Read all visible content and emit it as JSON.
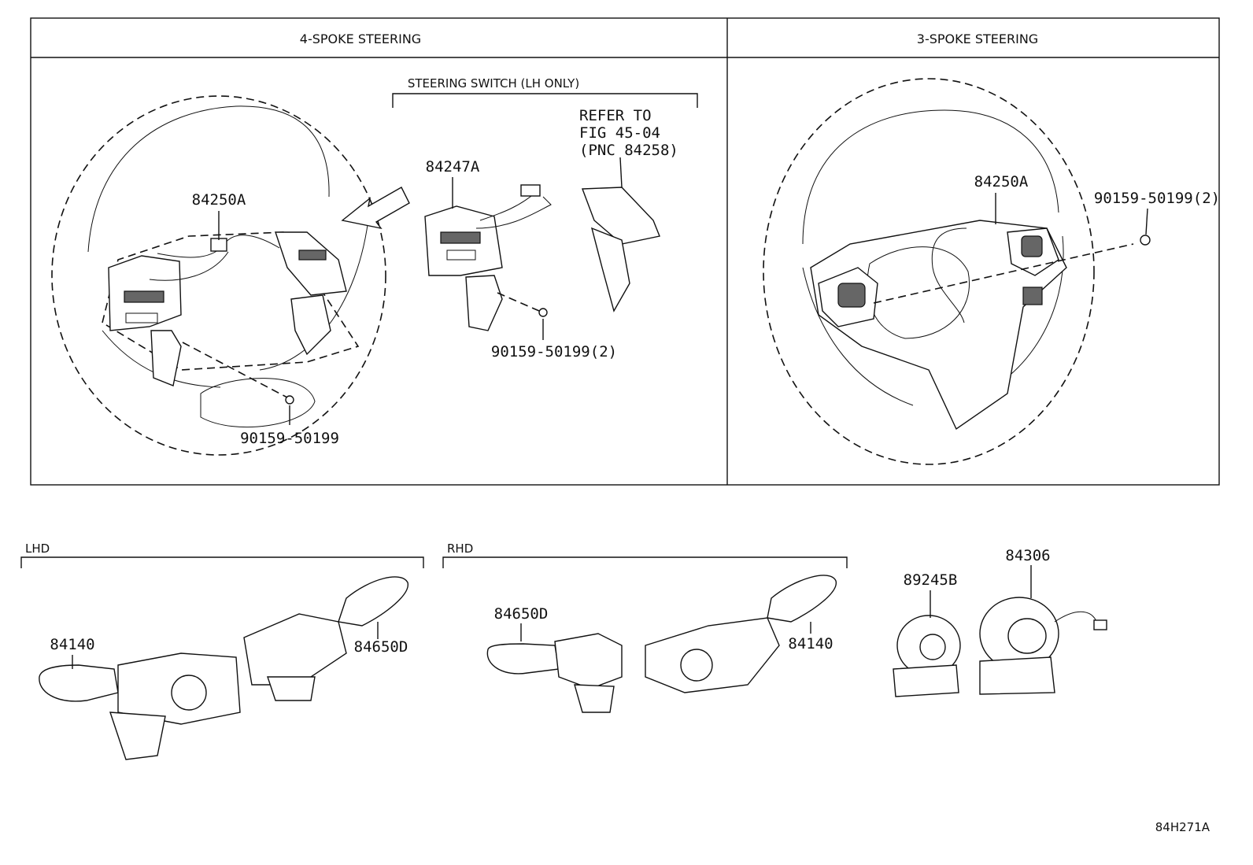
{
  "panels": {
    "left_header": "4-SPOKE STEERING",
    "right_header": "3-SPOKE STEERING"
  },
  "four_spoke": {
    "switch_group_label": "STEERING SWITCH (LH ONLY)",
    "refer_line1": "REFER TO",
    "refer_line2": "FIG 45-04",
    "refer_line3": "(PNC 84258)",
    "part_84250A": "84250A",
    "part_84247A": "84247A",
    "screw_single": "90159-50199",
    "screw_double": "90159-50199(2)"
  },
  "three_spoke": {
    "part_84250A": "84250A",
    "screw_double": "90159-50199(2)"
  },
  "lower": {
    "lhd_label": "LHD",
    "rhd_label": "RHD",
    "lhd_84140": "84140",
    "lhd_84650D": "84650D",
    "rhd_84650D": "84650D",
    "rhd_84140": "84140",
    "part_89245B": "89245B",
    "part_84306": "84306"
  },
  "figure_code": "84H271A"
}
